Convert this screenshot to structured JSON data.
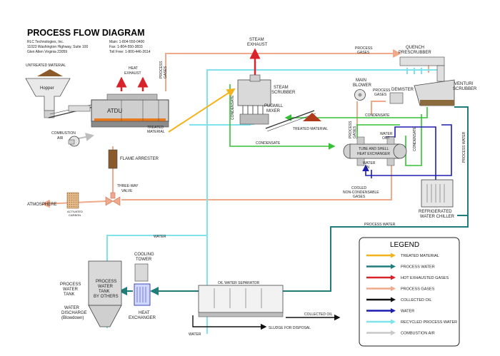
{
  "header": {
    "title": "PROCESS FLOW DIAGRAM",
    "company": [
      "RLC Technologies, Inc.",
      "11023 Washington Highway, Suite 100",
      "Glen Allen Virginia 23059"
    ],
    "contacts": [
      "Main: 1-804-550-0400",
      "Fax:   1-804-550-3833",
      "Toll Free: 1-800-446-2614"
    ]
  },
  "labels": {
    "untreated": "UNTREATED MATERIAL",
    "hopper": "Hopper",
    "combustion_air": [
      "COMBUSTION",
      "AIR"
    ],
    "heat_exhaust": [
      "HEAT",
      "EXHAUST"
    ],
    "process_gases_v": [
      "PROCESS",
      "GASES"
    ],
    "atdu": "ATDU",
    "treated_material": [
      "TREATED",
      "MATERIAL"
    ],
    "flame_arrester": "FLAME ARRESTER",
    "three_way": [
      "THREE-WAY",
      "VALVE"
    ],
    "atmosphere": "ATMOSPHERE",
    "activated_carbon": [
      "ACTIVATED",
      "CARBON"
    ],
    "steam_exhaust": [
      "STEAM",
      "EXHAUST"
    ],
    "steam_scrubber": [
      "STEAM",
      "SCRUBBER"
    ],
    "pugmill": [
      "PUGMILL",
      "MIXER"
    ],
    "treated_material2": "TREATED MATERIAL",
    "condensate": "CONDENSATE",
    "process_gases_top": [
      "PROCESS",
      "GASES"
    ],
    "quench": [
      "QUENCH",
      "PRESCRUBBER"
    ],
    "venturi": [
      "VENTURI",
      "SCRUBBER"
    ],
    "main_blower": [
      "MAIN",
      "BLOWER"
    ],
    "demister": "DEMISTER",
    "process_gases_d": [
      "PROCESS",
      "GASES"
    ],
    "heat_exchanger": [
      "TUBE AND SHELL",
      "HEAT EXCHANGER"
    ],
    "water_out": [
      "WATER",
      "OUT"
    ],
    "water_in": [
      "WATER",
      "IN"
    ],
    "cooled_gases": [
      "COOLED",
      "NON-CONDENSABLE",
      "GASES"
    ],
    "refrigerated_chiller": [
      "REFRIGERATED",
      "WATER CHILLER"
    ],
    "process_water": "PROCESS WATER",
    "water": "WATER",
    "cooling_tower": [
      "COOLING",
      "TOWER"
    ],
    "heat_exchanger2": [
      "HEAT",
      "EXCHANGER"
    ],
    "process_water_tank": [
      "PROCESS",
      "WATER",
      "TANK"
    ],
    "tank_inner": [
      "PROCESS",
      "WATER",
      "TANK",
      "BY OTHERS"
    ],
    "water_discharge": [
      "WATER",
      "DISCHARGE",
      "(Blowdown)"
    ],
    "oil_water_separator": "OIL WATER SEPARATOR",
    "collected_oil": "COLLECTED OIL",
    "sludge": "SLUDGE FOR DISPOSAL"
  },
  "legend": {
    "title": "LEGEND",
    "items": [
      {
        "label": "TREATED MATERIAL",
        "color": "#f2b31c"
      },
      {
        "label": "PROCESS WATER",
        "color": "#1f7d7a"
      },
      {
        "label": "HOT EXHAUSTED GASES",
        "color": "#d8232a"
      },
      {
        "label": "PROCESS GASES",
        "color": "#f0a98a"
      },
      {
        "label": "COLLECTED OIL",
        "color": "#111111"
      },
      {
        "label": "WATER",
        "color": "#1d1eb0"
      },
      {
        "label": "RECYCLED PROCESS WATER",
        "color": "#7fe3ee"
      },
      {
        "label": "COMBUSTION AIR",
        "color": "#c8c8c8"
      }
    ]
  }
}
